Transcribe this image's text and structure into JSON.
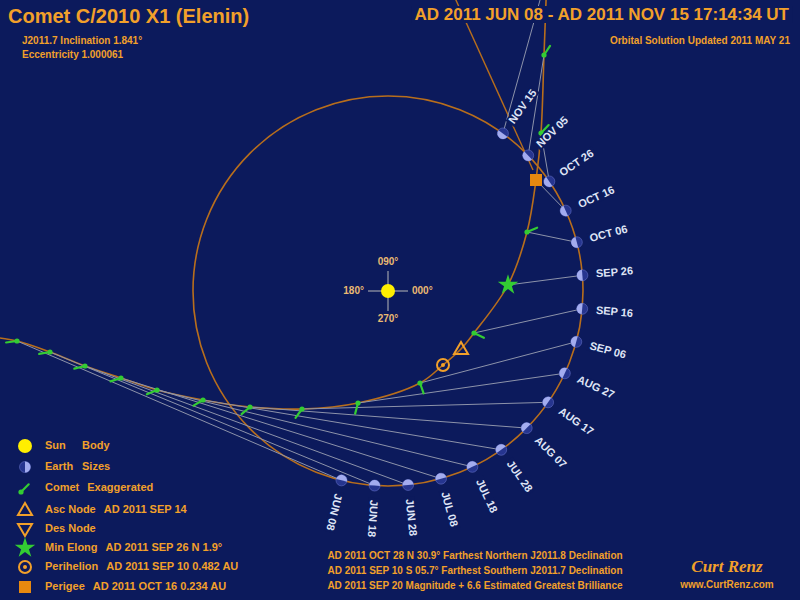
{
  "diagram": {
    "title": "Comet C/2010 X1 (Elenin)",
    "labels": [
      "AD 2011 JUN 08 - AD 2011 NOV 15 17:14:34 UT",
      "J2011.7 Inclination 1.841°",
      "Eccentricity 1.000061",
      "Orbital Solution Updated 2011 MAY 21",
      "090°",
      "180°",
      "000°",
      "270°",
      "JUN 08",
      "JUN 18",
      "JUN 28",
      "JUL 08",
      "JUL 18",
      "JUL 28",
      "AUG 07",
      "AUG 17",
      "AUG 27",
      "SEP 06",
      "SEP 16",
      "SEP 26",
      "OCT 06",
      "OCT 16",
      "OCT 26",
      "NOV 05",
      "NOV 15",
      "Body",
      "Sizes",
      "Exaggerated",
      "AD 2011 SEP 14",
      "AD 2011 SEP 26 N 1.9°",
      "AD 2011 SEP 10 0.482 AU",
      "AD 2011 OCT 16 0.234 AU",
      "AD 2011 OCT 28 N 30.9° Farthest Northern J2011.8 Declination",
      "AD 2011 SEP 10 S 05.7° Farthest Southern J2011.7 Declination",
      "AD 2011 SEP 20 Magnitude + 6.6 Estimated Greatest Brilliance",
      "Curt Renz",
      "www.CurtRenz.com"
    ],
    "legend": [
      {
        "text": "Sun"
      },
      {
        "text": "Earth"
      },
      {
        "text": "Comet"
      },
      {
        "text": "Asc Node"
      },
      {
        "text": "Des Node"
      },
      {
        "text": "Min Elong"
      },
      {
        "text": "Perihelion"
      },
      {
        "text": "Perigee"
      }
    ]
  }
}
